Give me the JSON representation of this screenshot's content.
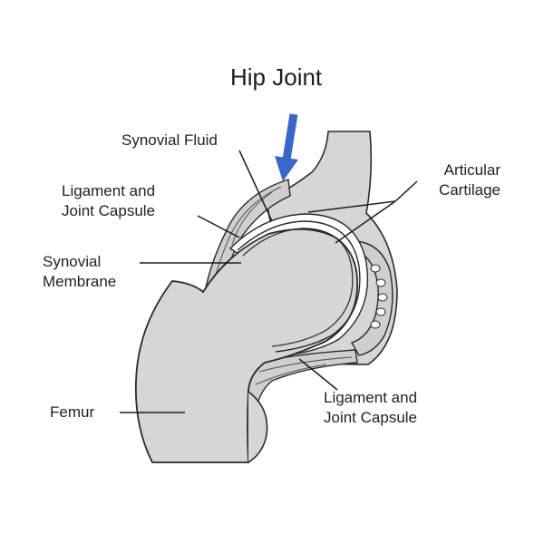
{
  "title": "Hip Joint",
  "colors": {
    "bone": "#d6d6d6",
    "outline": "#2a2a2a",
    "arrow": "#3a66c9",
    "text": "#222222"
  },
  "labels": {
    "synovial_fluid": "Synovial Fluid",
    "ligament_upper": {
      "line1": "Ligament and",
      "line2": "Joint Capsule"
    },
    "synovial_membrane": {
      "line1": "Synovial",
      "line2": "Membrane"
    },
    "articular_cartilage": {
      "line1": "Articular",
      "line2": "Cartilage"
    },
    "ligament_lower": {
      "line1": "Ligament and",
      "line2": "Joint Capsule"
    },
    "femur": "Femur"
  }
}
